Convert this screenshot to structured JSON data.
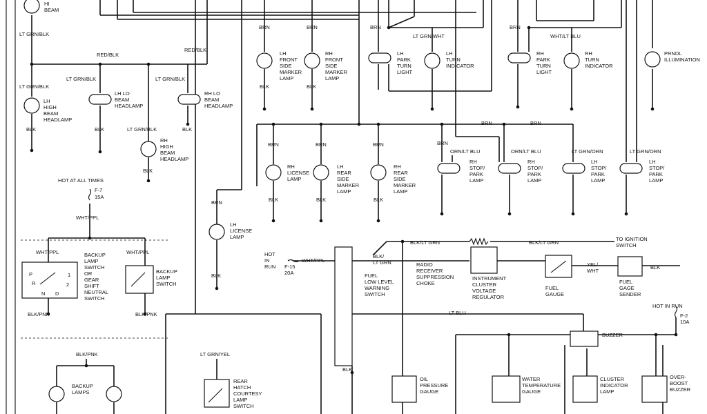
{
  "labels": {
    "hi_beam": [
      "HI",
      "BEAM"
    ],
    "lt_grn_blk": "LT GRN/BLK",
    "red_blk": "RED/BLK",
    "blk": "BLK",
    "brn": "BRN",
    "lt_grn_wht": "LT GRN/WHT",
    "wht_lt_blu": "WHT/LT BLU",
    "orn_lt_blu": "ORN/LT BLU",
    "lt_grn_orn": "LT GRN/ORN",
    "lh_high_beam": [
      "LH",
      "HIGH",
      "BEAM",
      "HEADLAMP"
    ],
    "lh_lo_beam": [
      "LH LO",
      "BEAM",
      "HEADLAMP"
    ],
    "rh_lo_beam": [
      "RH LO",
      "BEAM",
      "HEADLAMP"
    ],
    "rh_high_beam": [
      "RH",
      "HIGH",
      "BEAM",
      "HEADLAMP"
    ],
    "lh_front_marker": [
      "LH",
      "FRONT",
      "SIDE",
      "MARKER",
      "LAMP"
    ],
    "rh_front_marker": [
      "RH",
      "FRONT",
      "SIDE",
      "MARKER",
      "LAMP"
    ],
    "lh_park_turn": [
      "LH",
      "PARK",
      "TURN",
      "LIGHT"
    ],
    "lh_turn_ind": [
      "LH",
      "TURN",
      "INDICATOR"
    ],
    "rh_park_turn": [
      "RH",
      "PARK",
      "TURN",
      "LIGHT"
    ],
    "rh_turn_ind": [
      "RH",
      "TURN",
      "INDICATOR"
    ],
    "prndl": [
      "PRNDL",
      "ILLUMINATION"
    ],
    "rh_license": [
      "RH",
      "LICENSE",
      "LAMP"
    ],
    "lh_rear_marker": [
      "LH",
      "REAR",
      "SIDE",
      "MARKER",
      "LAMP"
    ],
    "rh_rear_marker": [
      "RH",
      "REAR",
      "SIDE",
      "MARKER",
      "LAMP"
    ],
    "rh_stop_park": [
      "RH",
      "STOP/",
      "PARK",
      "LAMP"
    ],
    "lh_stop_park": [
      "LH",
      "STOP/",
      "PARK",
      "LAMP"
    ],
    "lh_license": [
      "LH",
      "LICENSE",
      "LAMP"
    ],
    "hot_at_all_times": "HOT AT ALL TIMES",
    "f7": "F-7",
    "f7_amp": "15A",
    "wht_ppl": "WHT/PPL",
    "backup_switch": [
      "BACKUP",
      "LAMP",
      "SWITCH",
      "OR",
      "GEAR",
      "SHIFT",
      "NEUTRAL",
      "SWITCH"
    ],
    "backup_switch2": [
      "BACKUP",
      "LAMP",
      "SWITCH"
    ],
    "gear_p": "P",
    "gear_r": "R",
    "gear_n": "N",
    "gear_d": "D",
    "gear_1": "1",
    "gear_2": "2",
    "blk_pnk": "BLK/PNK",
    "backup_lamps": [
      "BACKUP",
      "LAMPS"
    ],
    "lt_grn_yel": "LT GRN/YEL",
    "rear_hatch": [
      "REAR",
      "HATCH",
      "COURTESY",
      "LAMP",
      "SWITCH"
    ],
    "hot_in_run": [
      "HOT",
      "IN",
      "RUN"
    ],
    "f15": "F-15",
    "f15_amp": "20A",
    "fuel_low": [
      "FUEL",
      "LOW LEVEL",
      "WARNING",
      "SWITCH"
    ],
    "blk_lt_grn_a": "BLK/",
    "blk_lt_grn_b": "LT GRN",
    "blk_lt_grn": "BLK/LT GRN",
    "radio_choke": [
      "RADIO",
      "RECEIVER",
      "SUPPRESSION",
      "CHOKE"
    ],
    "cvr": [
      "INSTRUMENT",
      "CLUSTER",
      "VOLTAGE",
      "REGULATOR"
    ],
    "to_ignition": [
      "TO IGNITION",
      "SWITCH"
    ],
    "fuel_gauge": [
      "FUEL",
      "GAUGE"
    ],
    "yel_wht": [
      "YEL/",
      "WHT"
    ],
    "fuel_sender": [
      "FUEL",
      "GAGE",
      "SENDER"
    ],
    "lt_blu": "LT BLU",
    "hot_in_run2": "HOT IN RUN",
    "f2": "F-2",
    "f2_amp": "10A",
    "buzzer": "BUZZER",
    "oil_pressure": [
      "OIL",
      "PRESSURE",
      "GAUGE"
    ],
    "water_temp": [
      "WATER",
      "TEMPERATURE",
      "GAUGE"
    ],
    "cluster_ind": [
      "CLUSTER",
      "INDICATOR",
      "LAMP"
    ],
    "overboost": [
      "OVER-",
      "BOOST",
      "BUZZER"
    ]
  }
}
